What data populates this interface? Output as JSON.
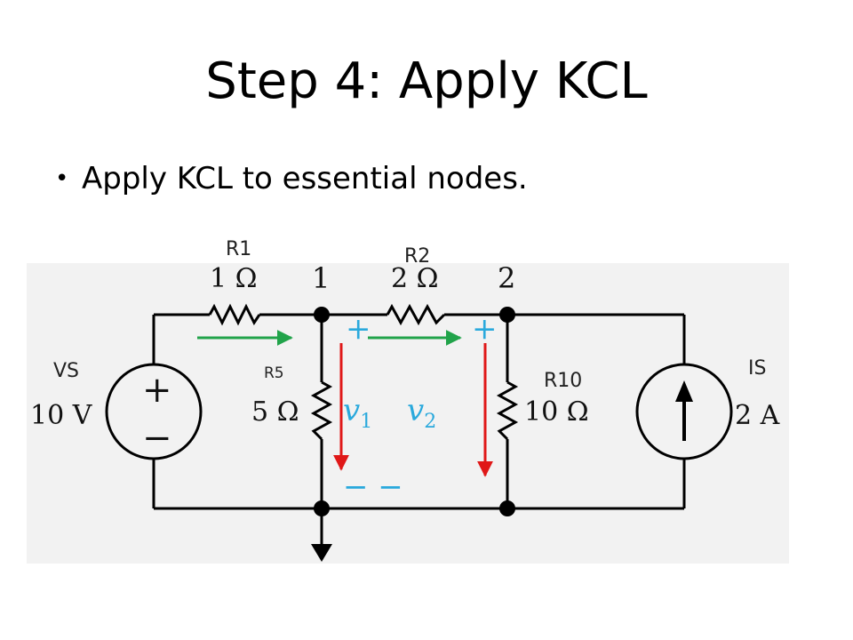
{
  "slide": {
    "title": "Step 4: Apply KCL",
    "bullet": "Apply KCL to essential nodes."
  },
  "circuit": {
    "labels": {
      "r1": "R1",
      "r2": "R2",
      "r5": "R5",
      "r10": "R10",
      "vs": "VS",
      "is": "IS"
    },
    "values": {
      "r1": "1 Ω",
      "r2": "2 Ω",
      "r5": "5 Ω",
      "r10": "10 Ω",
      "vs": "10 V",
      "is": "2 A"
    },
    "nodes": {
      "n1": "1",
      "n2": "2"
    },
    "voltages": {
      "v1_base": "v",
      "v1_sub": "1",
      "v2_base": "v",
      "v2_sub": "2"
    },
    "polarity": {
      "plus": "+",
      "minus": "−",
      "minus_pair": "− −"
    },
    "colors": {
      "wire": "#000000",
      "current_arrow": "#21a34a",
      "voltage_arrow": "#e01818",
      "voltage_label": "#2aa9dc",
      "panel": "#f2f2f2"
    }
  }
}
